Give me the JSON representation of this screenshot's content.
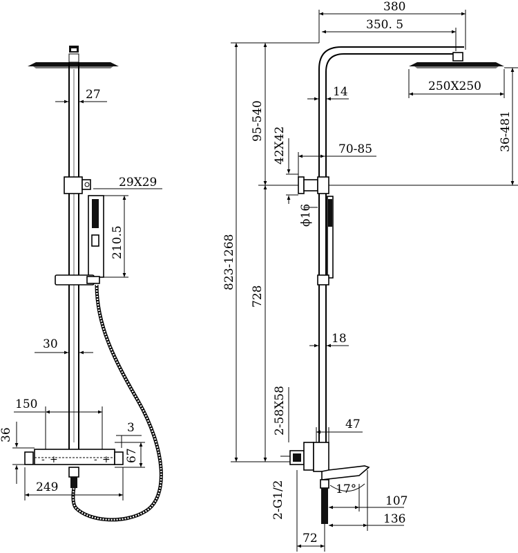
{
  "front_view": {
    "dim_rail_diameter": "27",
    "dim_holder_size": "29X29",
    "dim_handshower_length": "210.5",
    "dim_slide_bar": "30",
    "dim_handle_spacing": "150",
    "dim_valve_offset": "36",
    "dim_cap": "3",
    "dim_valve_height": "67",
    "dim_valve_width": "249",
    "valve_symbols": [
      "-",
      "+",
      "-",
      "+"
    ]
  },
  "side_view": {
    "dim_arm_projection": "380",
    "dim_arm_length": "350. 5",
    "dim_head_size": "250X250",
    "dim_upper_tube": "14",
    "dim_bracket": "42X42",
    "dim_bracket_offset": "70-85",
    "dim_head_drop": "36-481",
    "dim_upper_adjust": "95-540",
    "dim_hose_diameter": "ϕ16",
    "dim_total_height": "823-1268",
    "dim_lower_length": "728",
    "dim_lower_tube": "18",
    "dim_inlet_block": "2-58X58",
    "dim_valve_depth": "47",
    "dim_spout_angle": "17°",
    "dim_spout_reach": "107",
    "dim_spout_total": "136",
    "dim_inlet_thread": "2-G1/2",
    "dim_inlet_offset": "72"
  }
}
